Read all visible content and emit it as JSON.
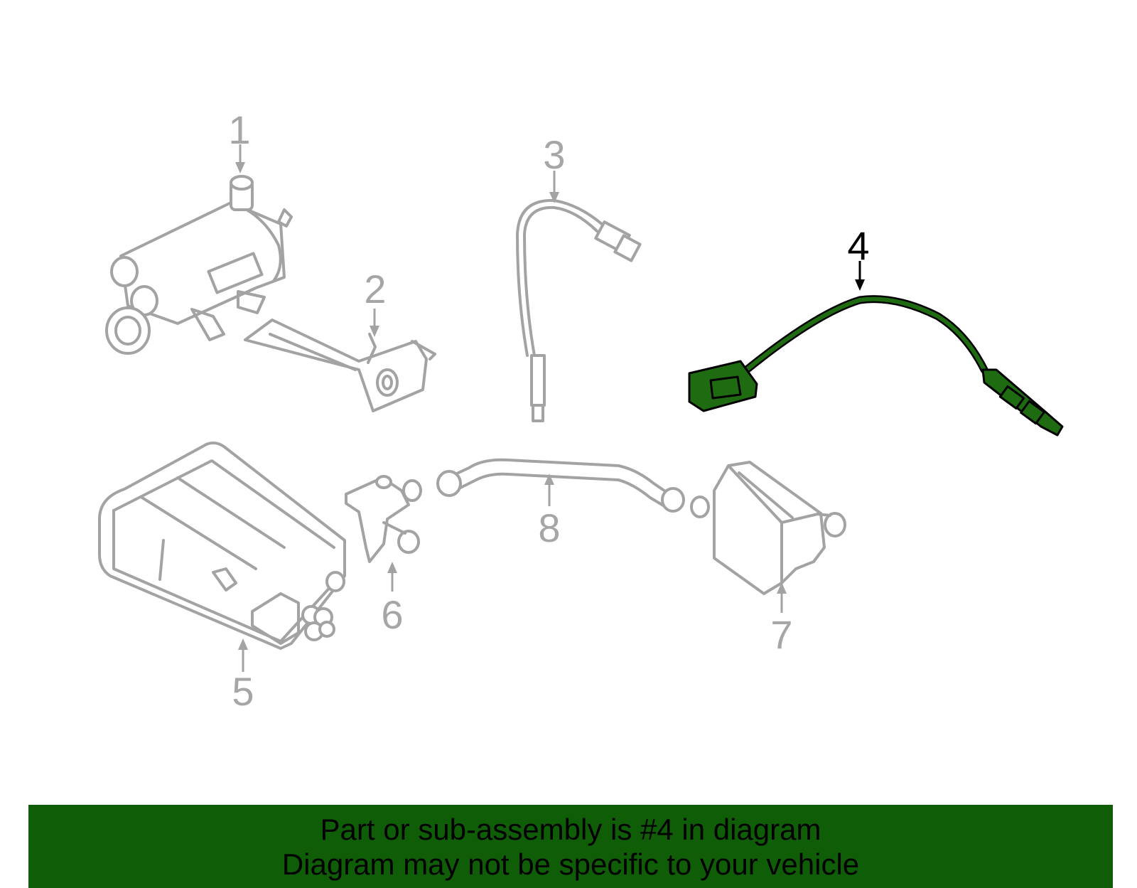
{
  "diagram": {
    "callouts": [
      "1",
      "2",
      "3",
      "4",
      "5",
      "6",
      "7",
      "8"
    ],
    "highlighted_callout": "4",
    "colors": {
      "highlight_part": "#1f6b12",
      "outline_gray": "#a3a3a3",
      "banner_background": "#0f5d07",
      "banner_text": "#000000"
    }
  },
  "banner": {
    "line1": "Part or sub-assembly is #4 in diagram",
    "line2": "Diagram may not be specific to your vehicle"
  }
}
